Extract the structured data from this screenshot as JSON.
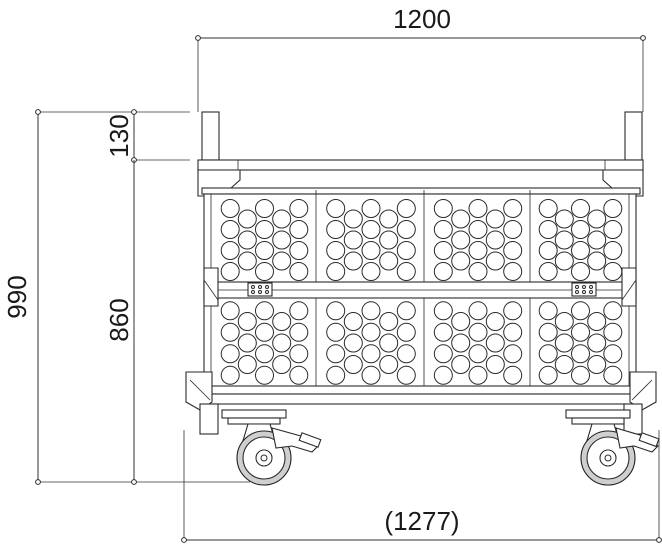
{
  "drawing": {
    "dimensions": {
      "overall_width": "1200",
      "overall_height": "990",
      "top_section": "130",
      "body_height": "860",
      "total_width_with_casters": "(1277)"
    }
  }
}
